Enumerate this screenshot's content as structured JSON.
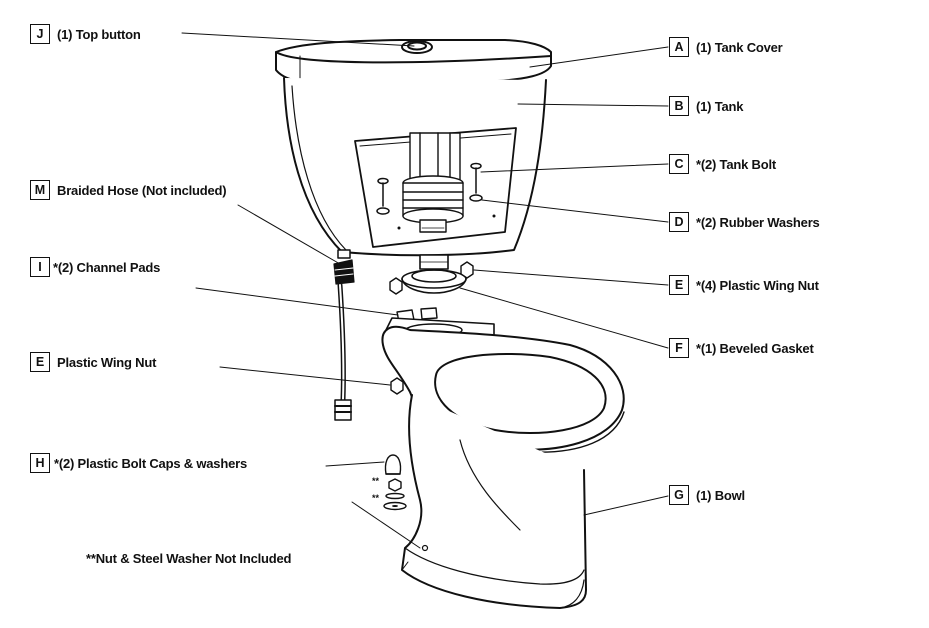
{
  "callouts": {
    "J": {
      "letter": "J",
      "text": "(1) Top button"
    },
    "A": {
      "letter": "A",
      "text": "(1) Tank Cover"
    },
    "B": {
      "letter": "B",
      "text": "(1) Tank"
    },
    "C": {
      "letter": "C",
      "text": "*(2) Tank Bolt"
    },
    "D": {
      "letter": "D",
      "text": "*(2) Rubber Washers"
    },
    "M": {
      "letter": "M",
      "text": "Braided Hose (Not included)"
    },
    "I": {
      "letter": "I",
      "text": "*(2) Channel Pads"
    },
    "E1": {
      "letter": "E",
      "text": "*(4) Plastic Wing Nut"
    },
    "F": {
      "letter": "F",
      "text": "*(1) Beveled Gasket"
    },
    "E2": {
      "letter": "E",
      "text": "Plastic Wing Nut"
    },
    "H": {
      "letter": "H",
      "text": "*(2) Plastic Bolt Caps & washers"
    },
    "G": {
      "letter": "G",
      "text": "(1) Bowl"
    }
  },
  "small_marks": {
    "nut": "**",
    "washer": "**"
  },
  "footnote": "**Nut & Steel Washer Not Included"
}
